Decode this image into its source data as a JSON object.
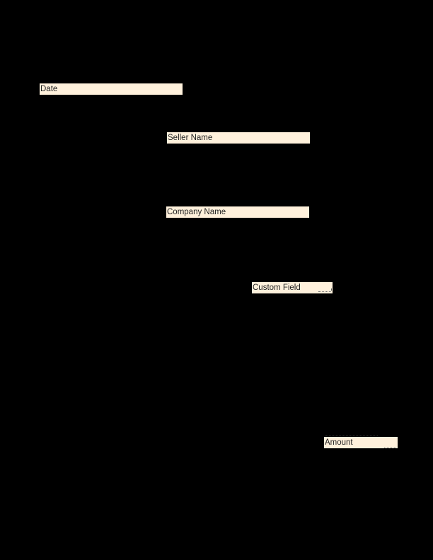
{
  "document": {
    "background": "#000000",
    "field_color": "#fff1dc",
    "fields": [
      {
        "id": "date",
        "label": "Date"
      },
      {
        "id": "seller_name",
        "label": "Seller Name"
      },
      {
        "id": "company_name",
        "label": "Company Name"
      },
      {
        "id": "custom_field",
        "label": "Custom Field"
      },
      {
        "id": "amount",
        "label": "Amount"
      }
    ]
  }
}
